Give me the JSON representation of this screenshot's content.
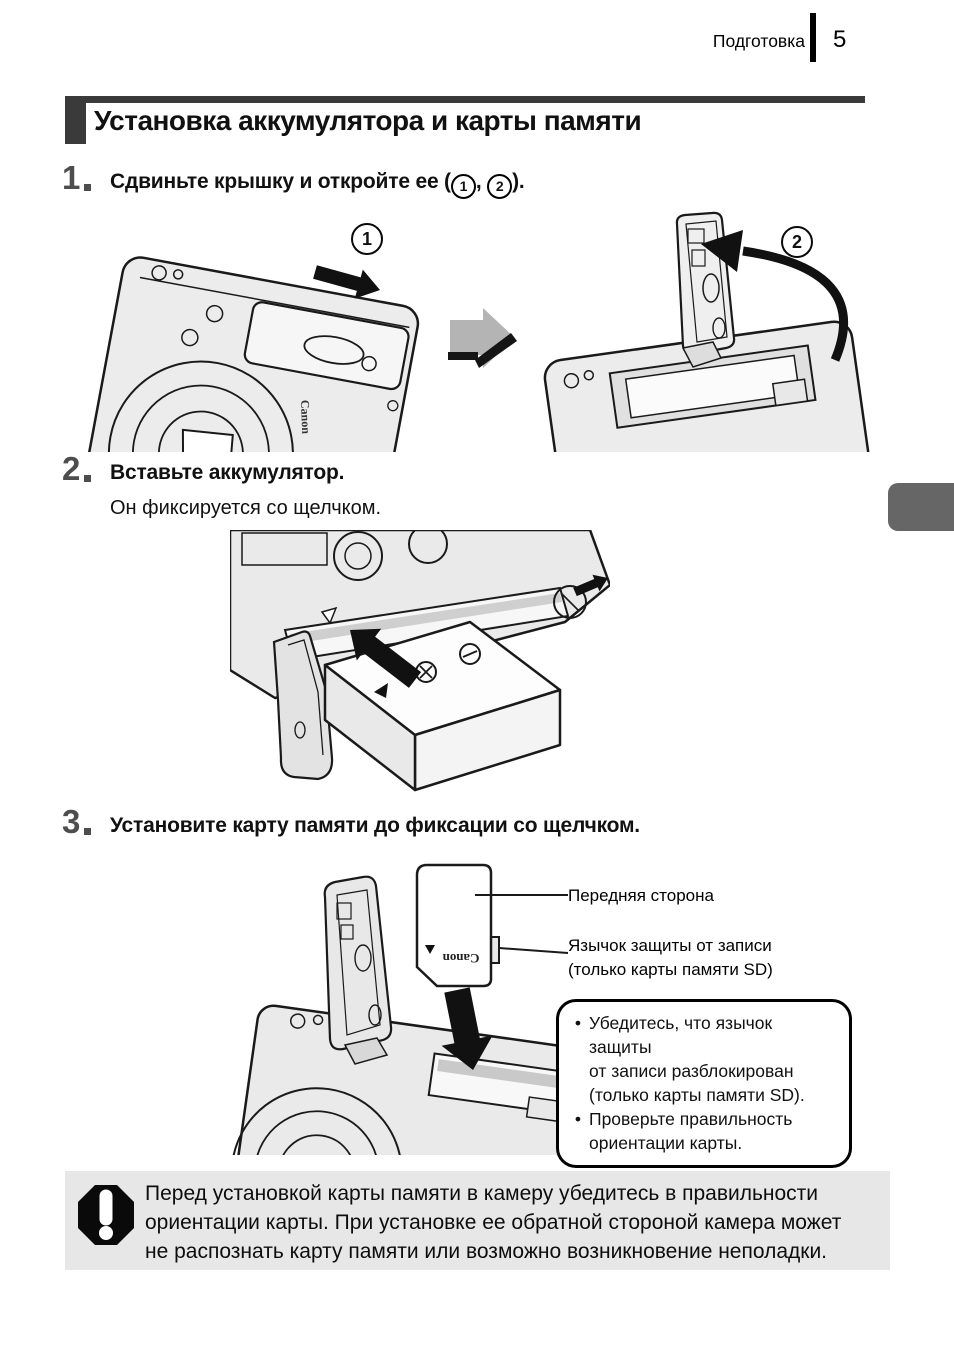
{
  "header": {
    "section_label": "Подготовка",
    "page_number": "5"
  },
  "title": "Установка аккумулятора и карты памяти",
  "steps": {
    "s1": {
      "number": "1",
      "title_pre": "Сдвиньте крышку и откройте ее (",
      "callout_a": "1",
      "title_mid": ", ",
      "callout_b": "2",
      "title_post": ")."
    },
    "s2": {
      "number": "2",
      "title": "Вставьте аккумулятор.",
      "subtitle": "Он фиксируется со щелчком."
    },
    "s3": {
      "number": "3",
      "title": "Установите карту памяти до фиксации со щелчком."
    }
  },
  "figure1": {
    "callout_1": "1",
    "callout_2": "2",
    "camera_side_logo": "Canon"
  },
  "figure3": {
    "card_logo": "Canon",
    "label_front_side": "Передняя сторона",
    "label_write_protect_line1": "Язычок защиты от записи",
    "label_write_protect_line2": "(только карты памяти SD)",
    "note_box": {
      "bullet_marker": "•",
      "bullet1_line1": "Убедитесь, что язычок защиты",
      "bullet1_line2": "от записи разблокирован",
      "bullet1_line3": "(только карты памяти SD).",
      "bullet2_line1": "Проверьте правильность",
      "bullet2_line2": "ориентации карты."
    }
  },
  "warning": {
    "line1": "Перед установкой карты памяти в камеру убедитесь в правильности",
    "line2": "ориентации карты. При установке ее обратной стороной камера может",
    "line3": "не распознать карту памяти или возможно возникновение неполадки."
  },
  "colors": {
    "accent_dark": "#3a3a3a",
    "step_number_gray": "#4d4d4d",
    "side_tab_gray": "#666666",
    "warning_bg": "#e7e7e7"
  }
}
